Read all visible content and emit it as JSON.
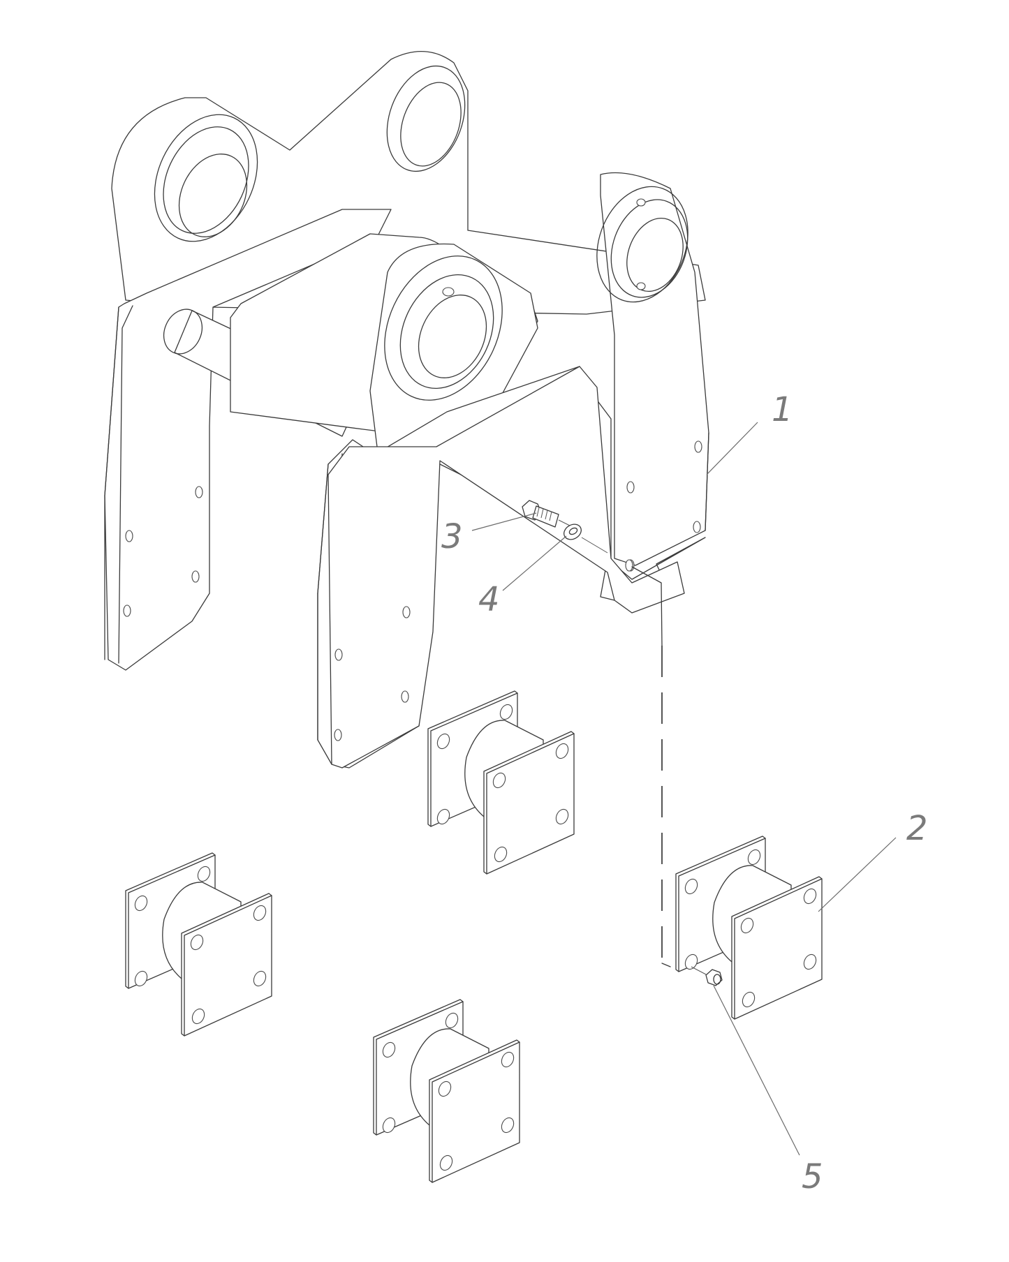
{
  "drawing": {
    "type": "isometric exploded assembly view",
    "background": "#ffffff",
    "line_color": "#3a3a3a",
    "callout_color": "#7a7a7a"
  },
  "callouts": [
    {
      "id": "1",
      "label": "1",
      "part": "main bracket frame"
    },
    {
      "id": "2",
      "label": "2",
      "part": "rubber vibration mount"
    },
    {
      "id": "3",
      "label": "3",
      "part": "hex bolt"
    },
    {
      "id": "4",
      "label": "4",
      "part": "flat washer"
    },
    {
      "id": "5",
      "label": "5",
      "part": "hex nut"
    }
  ],
  "parts": {
    "bracket": {
      "name": "main-bracket"
    },
    "mounts": [
      {
        "name": "mount-center"
      },
      {
        "name": "mount-left"
      },
      {
        "name": "mount-right-callout-2"
      },
      {
        "name": "mount-bottom"
      }
    ]
  }
}
